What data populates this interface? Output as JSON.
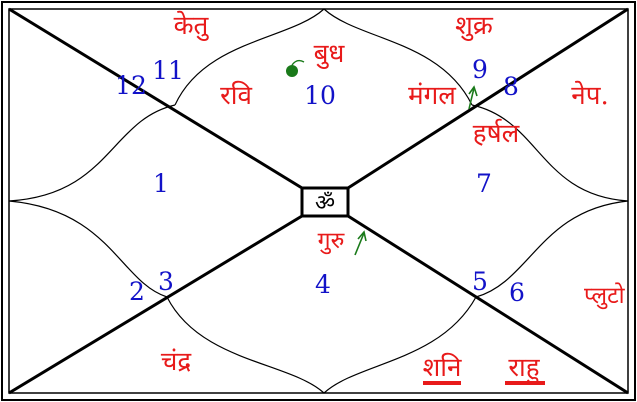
{
  "center_symbol": "ॐ",
  "houses": {
    "h1": "1",
    "h2": "2",
    "h3": "3",
    "h4": "4",
    "h5": "5",
    "h6": "6",
    "h7": "7",
    "h8": "8",
    "h9": "9",
    "h10": "10",
    "h11": "11",
    "h12": "12"
  },
  "planets": {
    "ketu": "केतु",
    "shukra": "शुक्र",
    "budh": "बुध",
    "ravi": "रवि",
    "mangal": "मंगल",
    "nep": "नेप.",
    "harshal": "हर्षल",
    "guru": "गुरु",
    "pluto": "प्लुटो",
    "chandra": "चंद्र",
    "shani": "शनि",
    "rahu": "राहु"
  },
  "colors": {
    "numbers": "#1212c8",
    "planets": "#e81a1a",
    "retro_arrow": "#1a7a1a",
    "lines": "#000000"
  },
  "icons": [
    "combust-dot-icon",
    "retrograde-arrow-icon"
  ]
}
